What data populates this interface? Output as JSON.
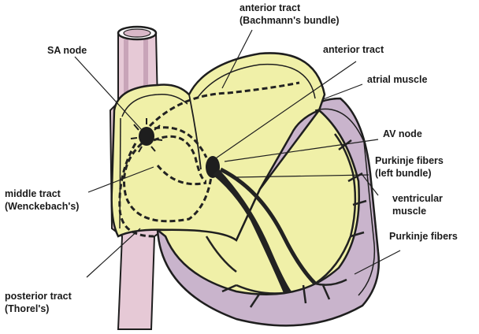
{
  "labels": {
    "sa_node": "SA node",
    "anterior_tract_bachmann_line1": "anterior tract",
    "anterior_tract_bachmann_line2": "(Bachmann's bundle)",
    "anterior_tract": "anterior tract",
    "atrial_muscle": "atrial muscle",
    "av_node": "AV node",
    "purkinje_left_line1": "Purkinje fibers",
    "purkinje_left_line2": "(left bundle)",
    "ventricular_muscle_line1": "ventricular",
    "ventricular_muscle_line2": "muscle",
    "purkinje_fibers": "Purkinje fibers",
    "middle_tract_line1": "middle tract",
    "middle_tract_line2": "(Wenckebach's)",
    "posterior_tract_line1": "posterior tract",
    "posterior_tract_line2": "(Thorel's)"
  },
  "colors": {
    "outline": "#1e1e1e",
    "vessel": "#e6c9d6",
    "vessel_shade": "#c8a4b8",
    "atrium": "#f0f0a8",
    "ventricle_wall": "#c9b4cc",
    "conduction": "#222222"
  }
}
